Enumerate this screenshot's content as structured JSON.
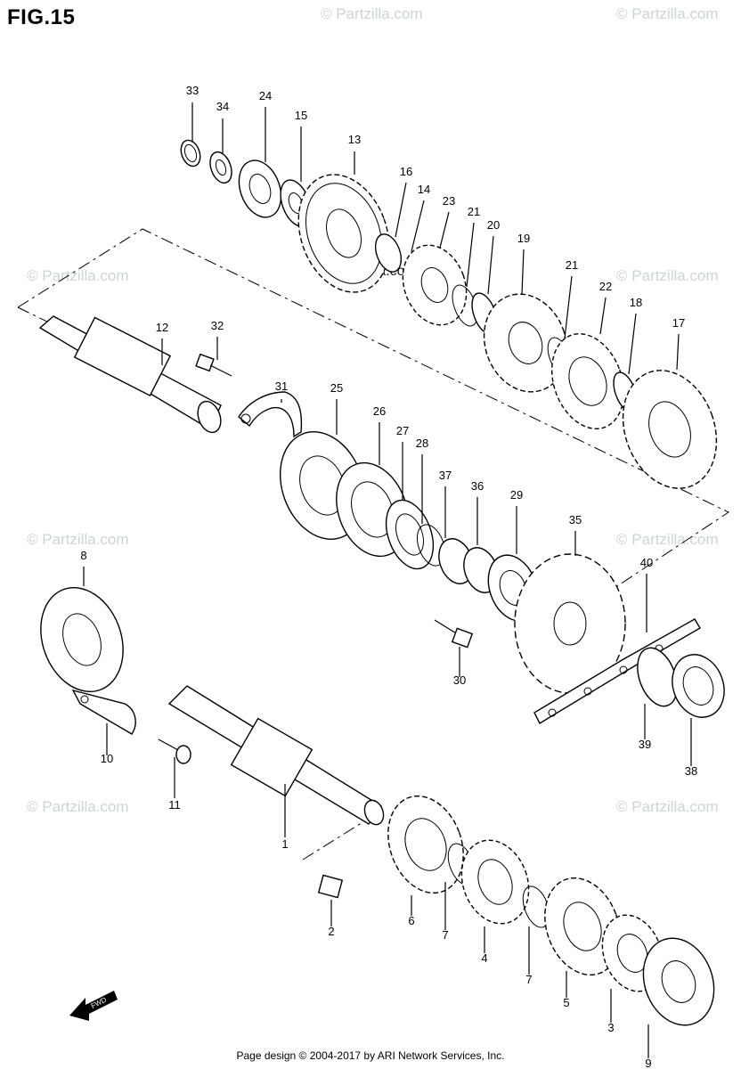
{
  "figure_title": "FIG.15",
  "watermark_text": "© Partzilla.com",
  "footer_text": "Page design © 2004-2017 by ARI Network Services, Inc.",
  "fwd_label": "FWD",
  "part_numbers": [
    "33",
    "34",
    "24",
    "15",
    "13",
    "16",
    "14",
    "23",
    "21",
    "20",
    "19",
    "21",
    "22",
    "18",
    "17",
    "12",
    "32",
    "31",
    "25",
    "26",
    "27",
    "28",
    "37",
    "36",
    "29",
    "35",
    "40",
    "8",
    "30",
    "10",
    "11",
    "39",
    "38",
    "1",
    "2",
    "6",
    "7",
    "4",
    "7",
    "5",
    "3",
    "9"
  ]
}
